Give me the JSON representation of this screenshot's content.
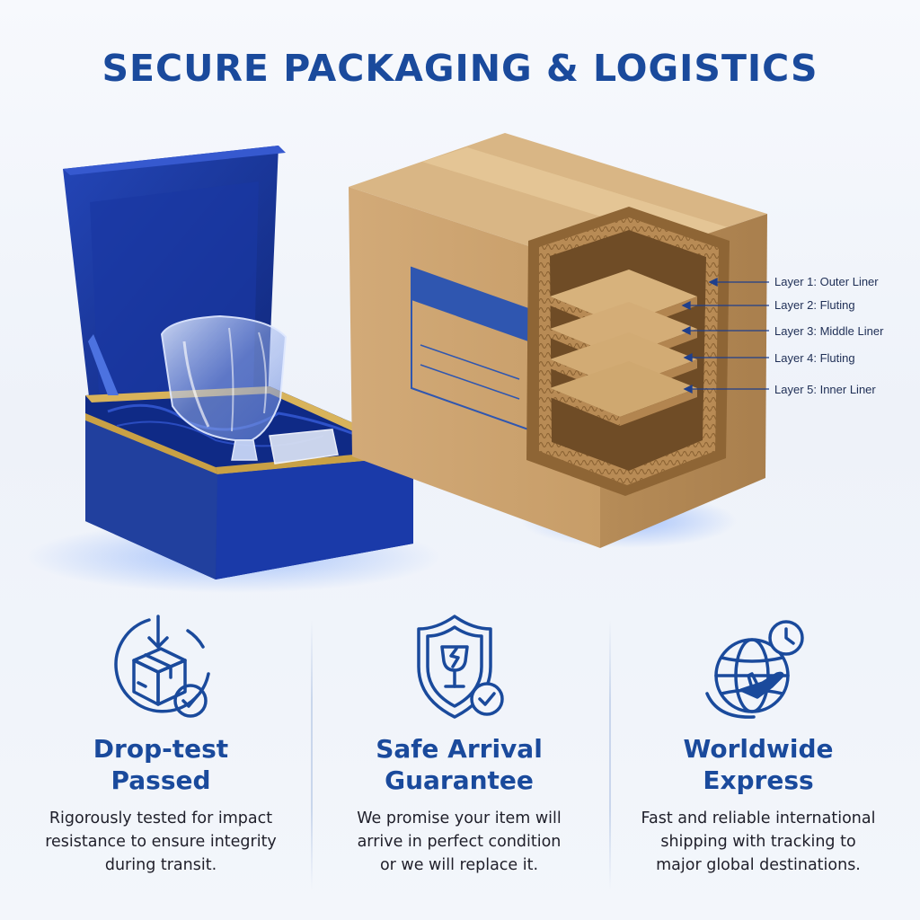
{
  "title": "SECURE PACKAGING & LOGISTICS",
  "layers": [
    "Layer 1: Outer Liner",
    "Layer 2: Fluting",
    "Layer 3: Middle Liner",
    "Layer 4: Fluting",
    "Layer 5: Inner Liner"
  ],
  "features": [
    {
      "icon": "package-drop-check-icon",
      "title_line1": "Drop-test",
      "title_line2": "Passed",
      "desc_line1": "Rigorously tested for impact",
      "desc_line2": "resistance to ensure integrity",
      "desc_line3": "during transit."
    },
    {
      "icon": "shield-fragile-check-icon",
      "title_line1": "Safe Arrival",
      "title_line2": "Guarantee",
      "desc_line1": "We promise your item will",
      "desc_line2": "arrive in perfect condition",
      "desc_line3": "or we will replace it."
    },
    {
      "icon": "globe-plane-clock-icon",
      "title_line1": "Worldwide",
      "title_line2": "Express",
      "desc_line1": "Fast and reliable international",
      "desc_line2": "shipping with tracking to",
      "desc_line3": "major global destinations."
    }
  ],
  "colors": {
    "brand_blue": "#1a4a9c",
    "velvet_blue": "#1d3aa8",
    "cardboard": "#c9a06e"
  }
}
